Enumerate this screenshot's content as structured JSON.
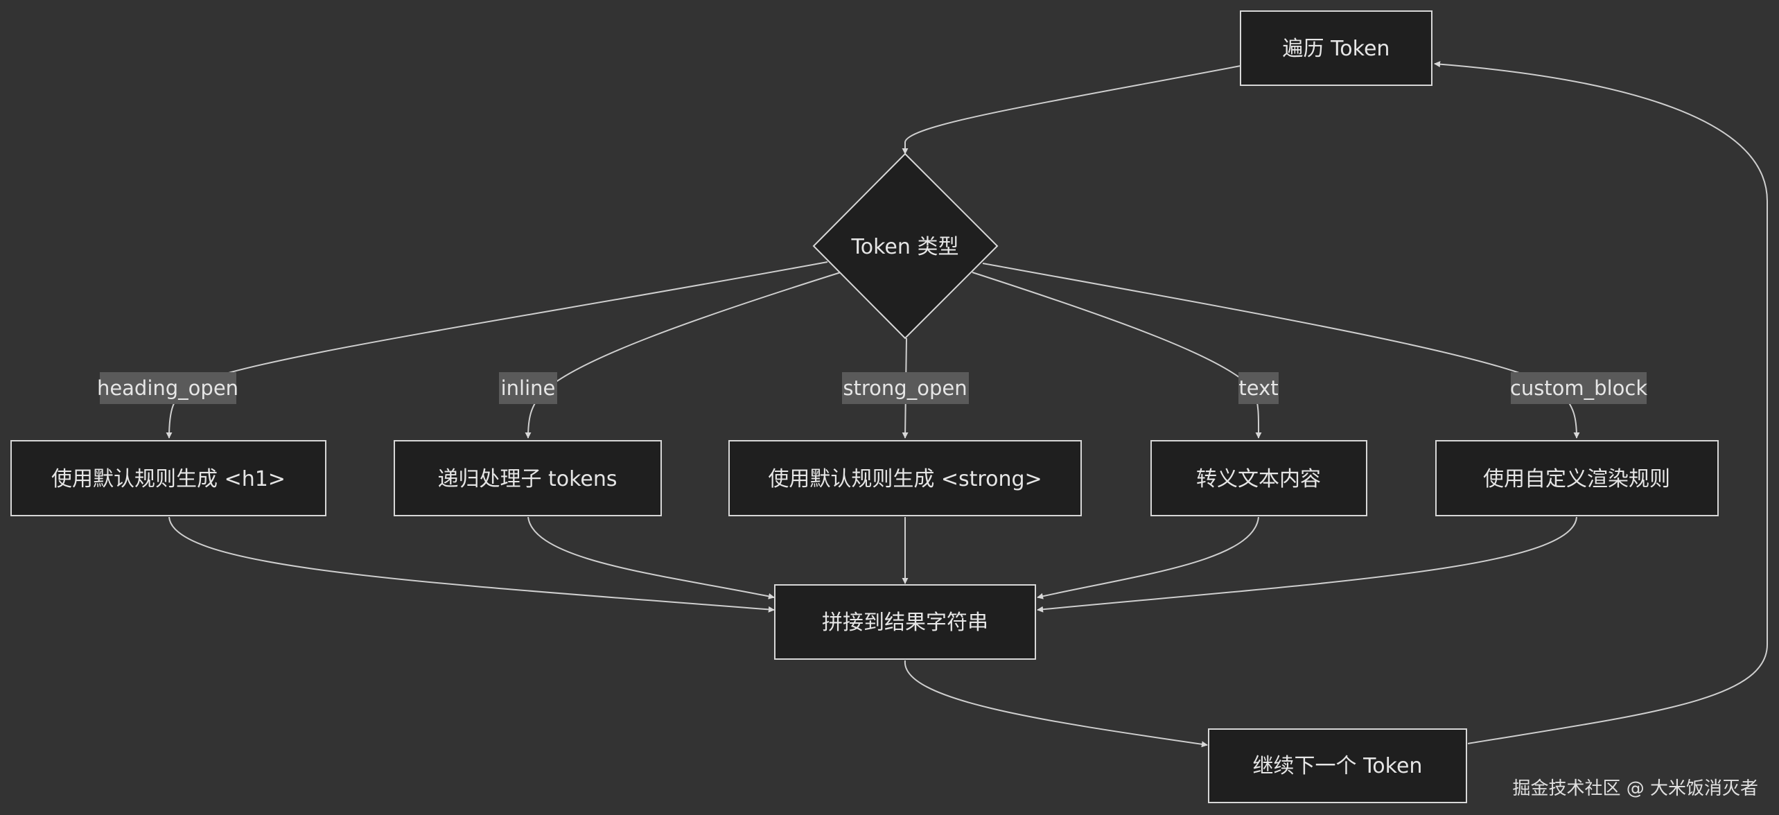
{
  "nodes": {
    "traverse": "遍历 Token",
    "token_type": "Token 类型",
    "default_h1": "使用默认规则生成 <h1>",
    "recurse": "递归处理子 tokens",
    "default_strong": "使用默认规则生成 <strong>",
    "escape": "转义文本内容",
    "custom": "使用自定义渲染规则",
    "concat": "拼接到结果字符串",
    "next": "继续下一个 Token"
  },
  "edge_labels": {
    "heading_open": "heading_open",
    "inline": "inline",
    "strong_open": "strong_open",
    "text": "text",
    "custom_block": "custom_block"
  },
  "watermark": "掘金技术社区 @ 大米饭消灭者"
}
